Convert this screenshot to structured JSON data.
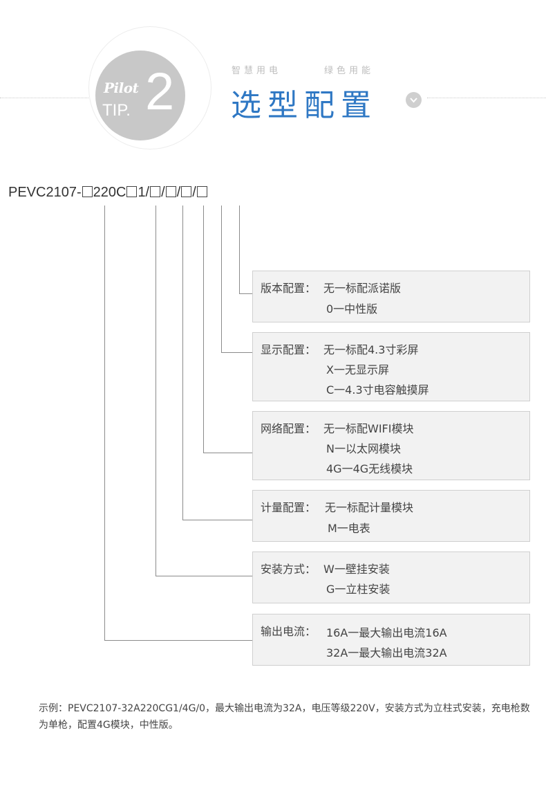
{
  "header": {
    "badge": {
      "brand": "Pilot",
      "tip": "TIP.",
      "number": "2"
    },
    "slogan_left": "智慧用电",
    "slogan_right": "绿色用能",
    "title": "选型配置",
    "chevron": "chevron-down-icon"
  },
  "model": {
    "part1": "PEVC2107-",
    "part2": "220C",
    "part3": "1/",
    "sep": "/"
  },
  "options": [
    {
      "label": "版本配置：",
      "items": [
        "无一标配派诺版",
        "0一中性版"
      ]
    },
    {
      "label": "显示配置：",
      "items": [
        "无一标配4.3寸彩屏",
        "X一无显示屏",
        "C一4.3寸电容触摸屏"
      ]
    },
    {
      "label": "网络配置：",
      "items": [
        "无一标配WIFI模块",
        "N一以太网模块",
        "4G一4G无线模块"
      ]
    },
    {
      "label": "计量配置：",
      "items": [
        "无一标配计量模块",
        "M一电表"
      ]
    },
    {
      "label": "安装方式：",
      "items": [
        "W一壁挂安装",
        "G一立柱安装"
      ]
    },
    {
      "label": "输出电流：",
      "items": [
        "16A一最大输出电流16A",
        "32A一最大输出电流32A"
      ]
    }
  ],
  "example": "示例：PEVC2107-32A220CG1/4G/0，最大输出电流为32A，电压等级220V，安装方式为立柱式安装，充电枪数为单枪，配置4G模块，中性版。",
  "colors": {
    "title": "#2f78c4",
    "badge": "#c8c8c8",
    "box_bg": "#f2f2f2",
    "box_border": "#cfcfcf"
  }
}
